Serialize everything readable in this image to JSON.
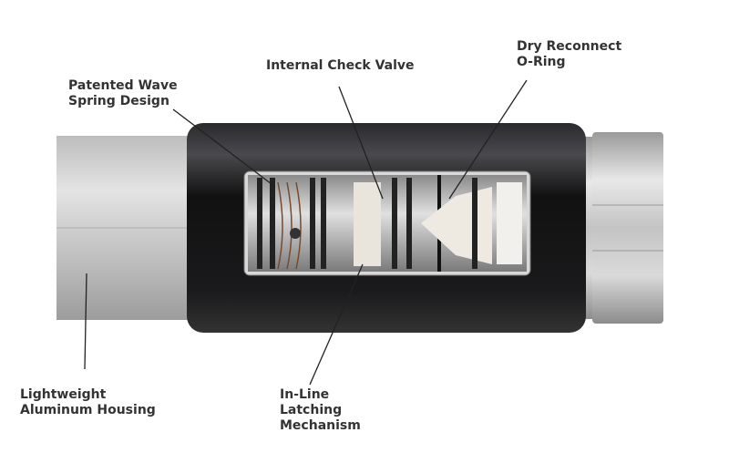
{
  "labels": {
    "wave_spring": {
      "line1": "Patented Wave",
      "line2": "Spring Design"
    },
    "check_valve": {
      "line1": "Internal Check Valve"
    },
    "dry_reconnect": {
      "line1": "Dry Reconnect",
      "line2": "O-Ring"
    },
    "housing": {
      "line1": "Lightweight",
      "line2": "Aluminum Housing"
    },
    "latching": {
      "line1": "In-Line",
      "line2": "Latching",
      "line3": "Mechanism"
    }
  },
  "colors": {
    "sleeve": "#1a1a1c",
    "aluminum": "#c9c9c9",
    "text": "#333333",
    "leader": "#222222"
  }
}
